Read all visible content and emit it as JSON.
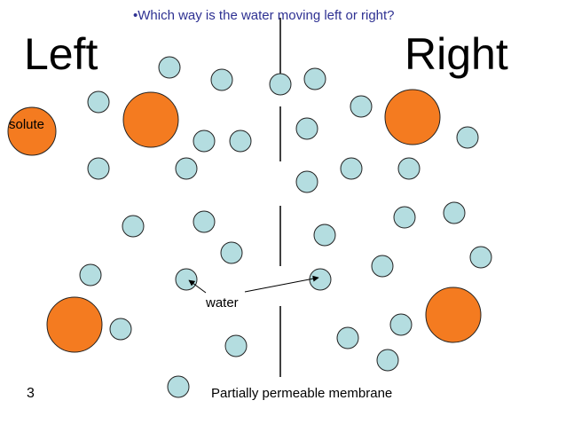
{
  "question": "•Which way is the water moving left or right?",
  "left_label": "Left",
  "right_label": "Right",
  "solute_label": "solute",
  "water_label": "water",
  "membrane_caption": "Partially permeable membrane",
  "slide_number": "3",
  "colors": {
    "question_text": "#2e3192",
    "label_text": "#000000",
    "water_fill": "#b4dde0",
    "solute_fill": "#f47b20",
    "outline": "#222222"
  }
}
